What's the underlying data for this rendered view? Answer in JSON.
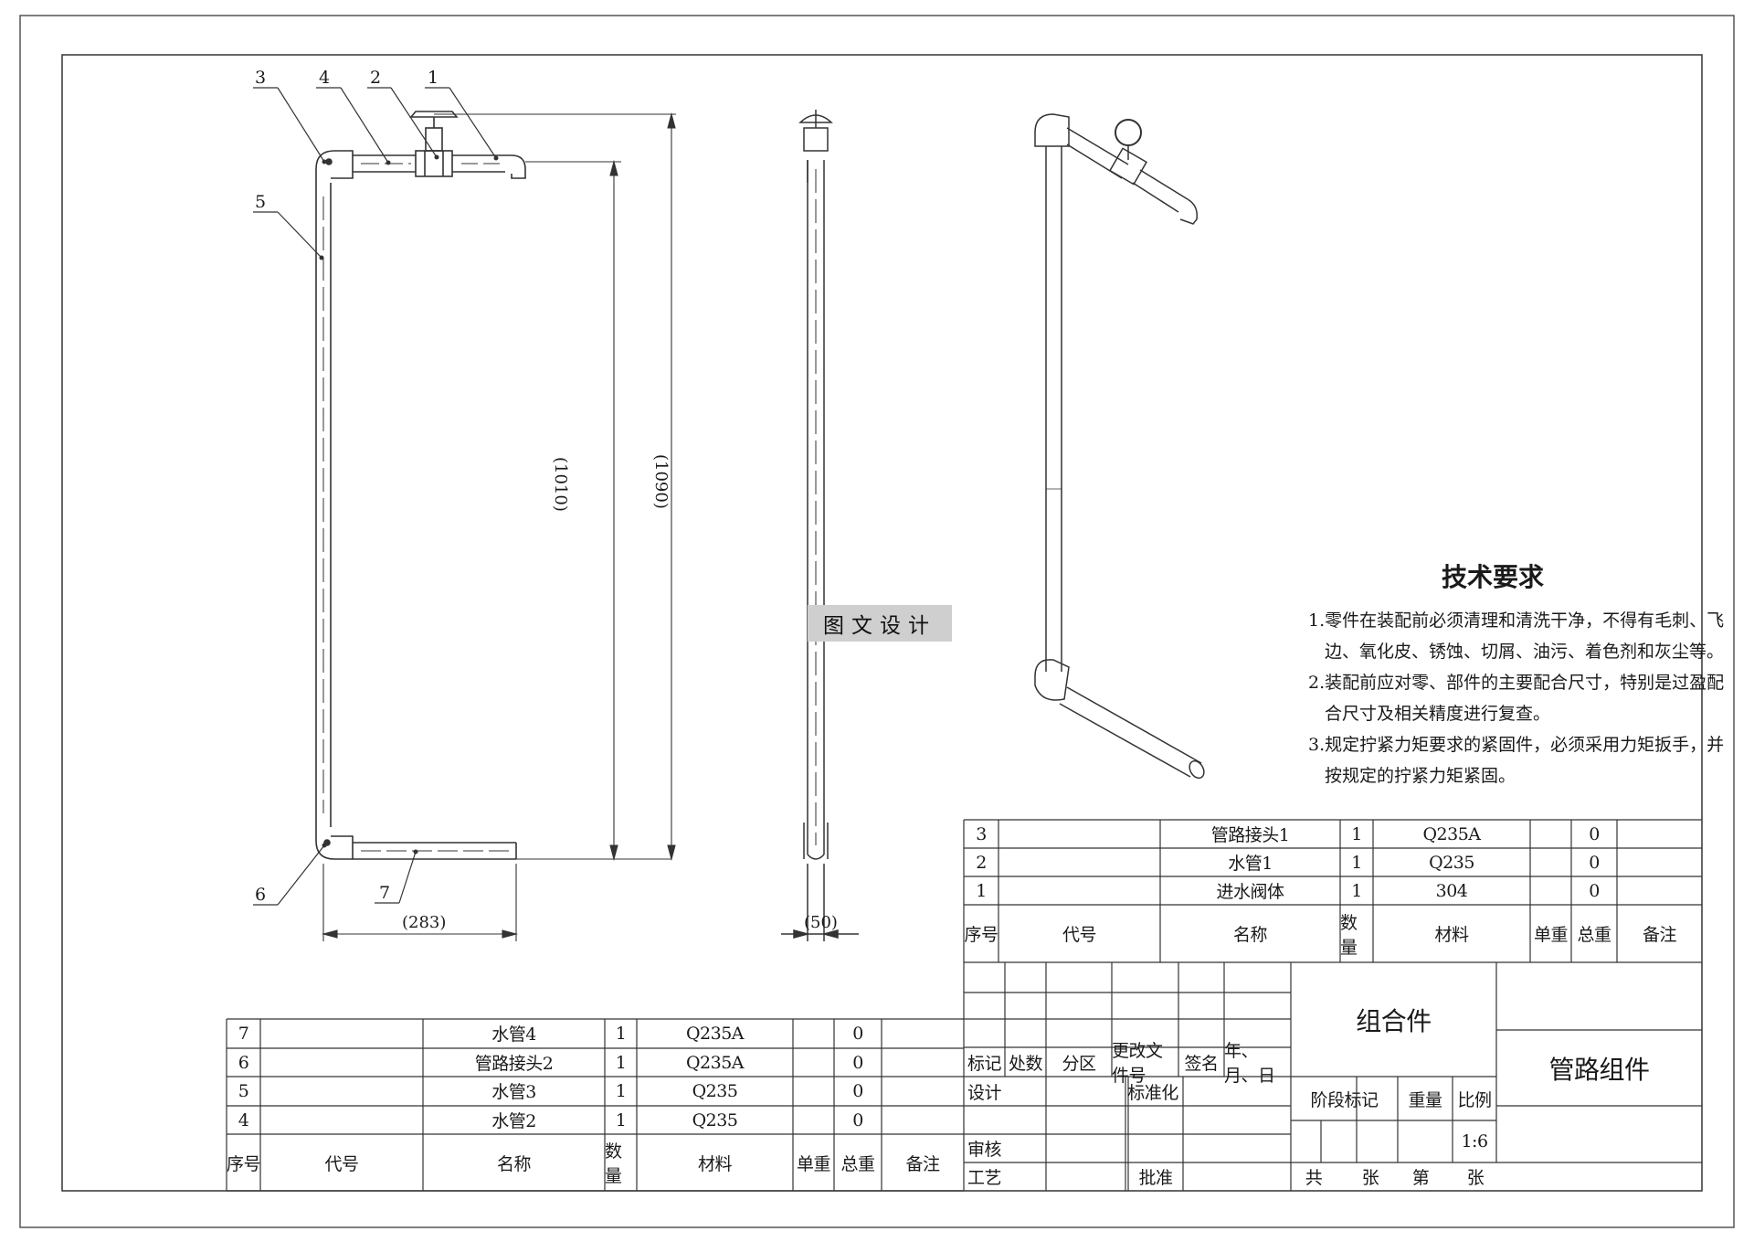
{
  "balloons": [
    "3",
    "4",
    "2",
    "1",
    "5",
    "6",
    "7"
  ],
  "dimensions": {
    "inner_height": "(1010)",
    "outer_height": "(1090)",
    "bottom_width": "(283)",
    "side_width": "(50)"
  },
  "watermark": "图文设计",
  "tech": {
    "title": "技术要求",
    "lines": [
      "1.零件在装配前必须清理和清洗干净，不得有毛刺、飞",
      "边、氧化皮、锈蚀、切屑、油污、着色剂和灰尘等。",
      "2.装配前应对零、部件的主要配合尺寸，特别是过盈配",
      "合尺寸及相关精度进行复查。",
      "3.规定拧紧力矩要求的紧固件，必须采用力矩扳手，并",
      "按规定的拧紧力矩紧固。"
    ]
  },
  "bom_headers": [
    "序号",
    "代号",
    "名称",
    "数量",
    "材料",
    "单重",
    "总重",
    "备注"
  ],
  "bom_right": [
    {
      "no": "3",
      "code": "",
      "name": "管路接头1",
      "qty": "1",
      "mat": "Q235A",
      "unit": "",
      "total": "0",
      "note": ""
    },
    {
      "no": "2",
      "code": "",
      "name": "水管1",
      "qty": "1",
      "mat": "Q235",
      "unit": "",
      "total": "0",
      "note": ""
    },
    {
      "no": "1",
      "code": "",
      "name": "进水阀体",
      "qty": "1",
      "mat": "304",
      "unit": "",
      "total": "0",
      "note": ""
    }
  ],
  "bom_left": [
    {
      "no": "7",
      "code": "",
      "name": "水管4",
      "qty": "1",
      "mat": "Q235A",
      "unit": "",
      "total": "0",
      "note": ""
    },
    {
      "no": "6",
      "code": "",
      "name": "管路接头2",
      "qty": "1",
      "mat": "Q235A",
      "unit": "",
      "total": "0",
      "note": ""
    },
    {
      "no": "5",
      "code": "",
      "name": "水管3",
      "qty": "1",
      "mat": "Q235",
      "unit": "",
      "total": "0",
      "note": ""
    },
    {
      "no": "4",
      "code": "",
      "name": "水管2",
      "qty": "1",
      "mat": "Q235",
      "unit": "",
      "total": "0",
      "note": ""
    }
  ],
  "title_block": {
    "rev_headers": [
      "标记",
      "处数",
      "分区",
      "更改文件号",
      "签名",
      "年、月、日"
    ],
    "design": "设计",
    "standardization": "标准化",
    "review": "审核",
    "process": "工艺",
    "approve": "批准",
    "part_type": "组合件",
    "stage_mark": "阶段标记",
    "weight": "重量",
    "scale_label": "比例",
    "scale": "1:6",
    "sheets": [
      "共",
      "张",
      "第",
      "张"
    ],
    "drawing_name": "管路组件"
  }
}
